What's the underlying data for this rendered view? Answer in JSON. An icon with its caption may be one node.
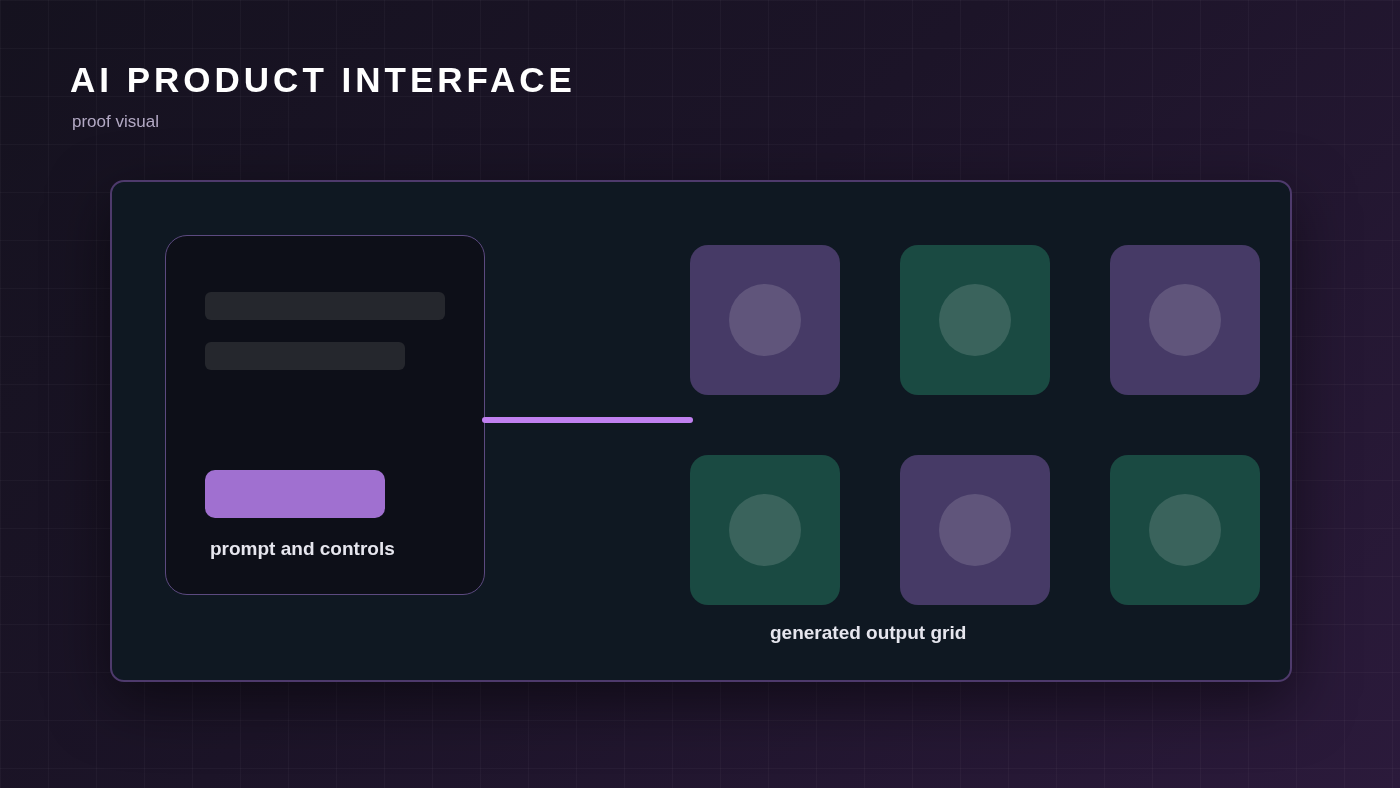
{
  "diagram": {
    "title": "AI PRODUCT INTERFACE",
    "nodes": [
      {
        "text": [
          "prompt and controls"
        ]
      },
      {
        "text": [
          "generated output grid"
        ]
      }
    ],
    "edges": [
      {
        "from": 0,
        "to": 1,
        "arrow": "none"
      }
    ],
    "labels": [
      "proof visual"
    ]
  }
}
